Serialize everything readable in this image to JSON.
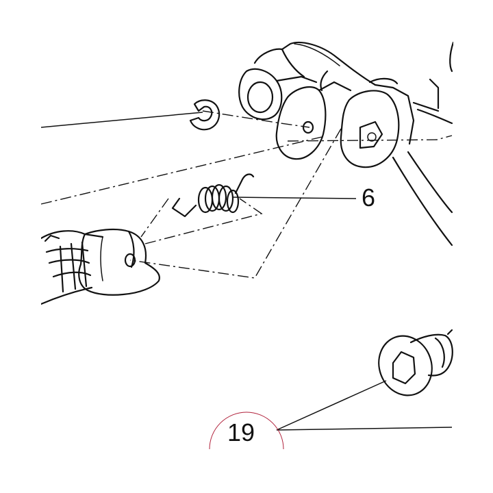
{
  "diagram": {
    "callouts": [
      {
        "id": "spring",
        "label": "6"
      },
      {
        "id": "bolt",
        "label": "19"
      }
    ],
    "highlight_color": "#b0203a",
    "ink_color": "#111111",
    "background": "#ffffff"
  }
}
